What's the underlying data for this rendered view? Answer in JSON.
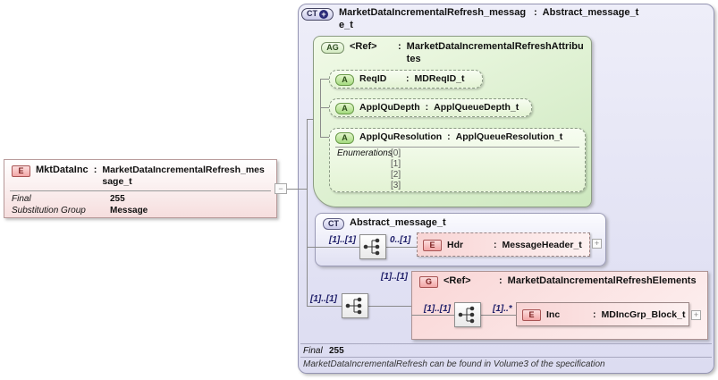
{
  "icons": {
    "element": "E",
    "attribute": "A",
    "attribute_group": "AG",
    "complex_type": "CT",
    "group": "G",
    "plus": "+",
    "minus": "−"
  },
  "punct": {
    "colon": ":"
  },
  "colors": {
    "element_fill": "#f6dede",
    "attribute_fill": "#e3f3d4",
    "complex_type_fill": "#e2e2f4",
    "occurrence_text": "#20206a",
    "connector": "#8a8a8a"
  },
  "element_box": {
    "name": "MktDataInc",
    "type": "MarketDataIncrementalRefresh_message_t",
    "properties": [
      {
        "label": "Final",
        "value": "255"
      },
      {
        "label": "Substitution Group",
        "value": "Message"
      }
    ]
  },
  "complex_type": {
    "name": "MarketDataIncrementalRefresh_message_t",
    "base_type": "Abstract_message_t",
    "attribute_group": {
      "ref": "<Ref>",
      "type": "MarketDataIncrementalRefreshAttributes",
      "attributes": [
        {
          "name": "ReqID",
          "type": "MDReqID_t"
        },
        {
          "name": "ApplQuDepth",
          "type": "ApplQueueDepth_t"
        },
        {
          "name": "ApplQuResolution",
          "type": "ApplQueueResolution_t",
          "enumerations_label": "Enumerations",
          "enumerations": [
            "[0]",
            "[1]",
            "[2]",
            "[3]"
          ]
        }
      ]
    },
    "base_block": {
      "title": "Abstract_message_t",
      "occurrence": "[1]..[1]",
      "child": {
        "occurrence": "0..[1]",
        "name": "Hdr",
        "type": "MessageHeader_t"
      }
    },
    "group_block": {
      "occurrence_outer": "[1]..[1]",
      "occurrence_ref": "[1]..[1]",
      "ref": "<Ref>",
      "type": "MarketDataIncrementalRefreshElements",
      "occurrence_inner": "[1]..[1]",
      "child": {
        "occurrence": "[1]..*",
        "name": "Inc",
        "type": "MDIncGrp_Block_t"
      }
    },
    "footer": {
      "final_label": "Final",
      "final_value": "255",
      "annotation": "MarketDataIncrementalRefresh can be found in Volume3 of the specification"
    }
  }
}
